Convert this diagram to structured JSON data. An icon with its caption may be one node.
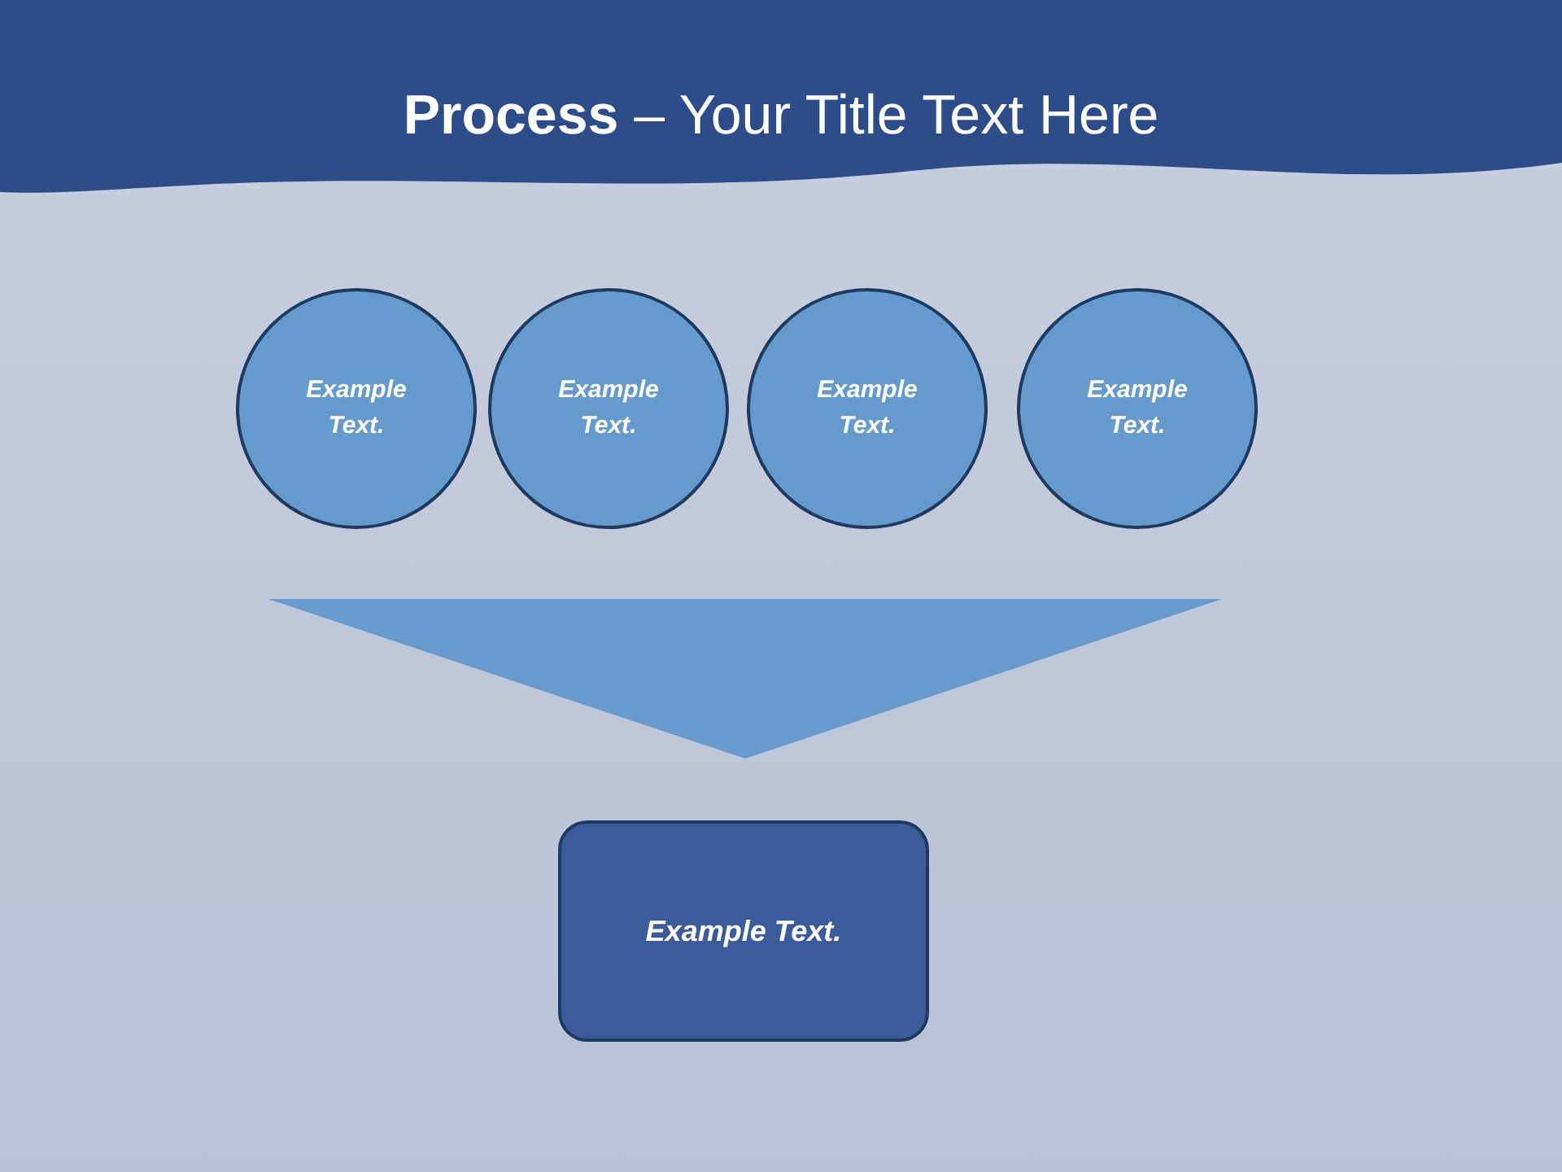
{
  "diagram": {
    "title": "**Process** – Your Title Text Here",
    "nodes": [
      {
        "text": [
          "Example Text."
        ]
      },
      {
        "text": [
          "Example Text."
        ]
      },
      {
        "text": [
          "Example Text."
        ]
      },
      {
        "text": [
          "Example Text."
        ]
      },
      {
        "text": [],
        "shape": "triangle"
      },
      {
        "text": [
          "Example Text."
        ]
      }
    ],
    "edges": []
  }
}
